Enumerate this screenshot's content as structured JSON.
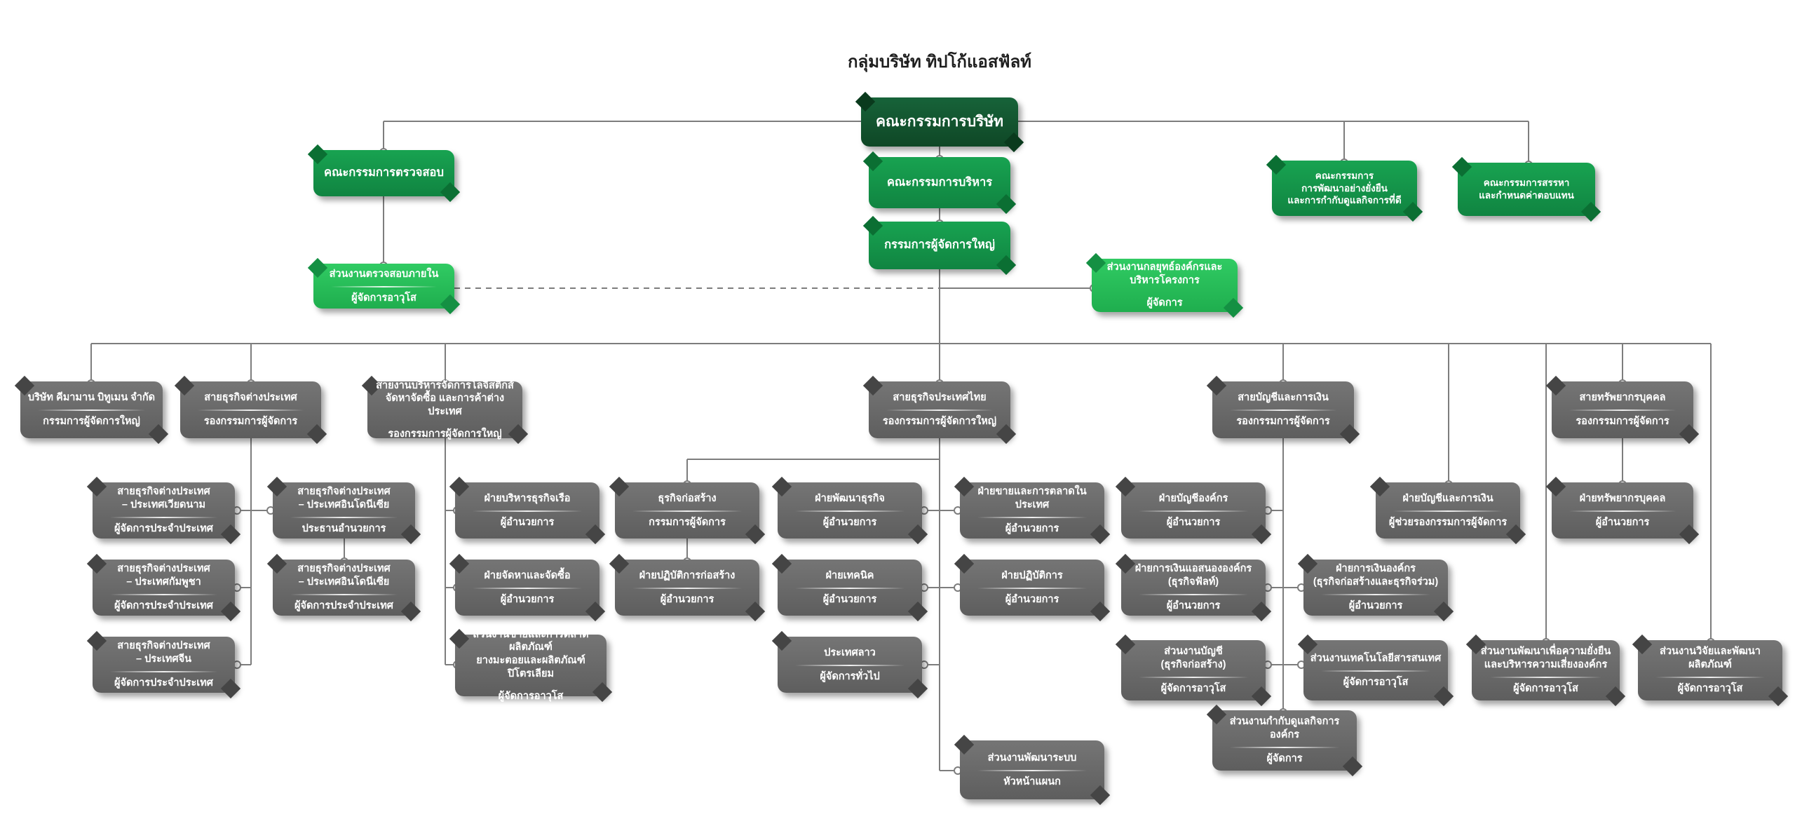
{
  "page_title": "กลุ่มบริษัท ทิปโก้แอสฟัลท์",
  "colors": {
    "dark_green": "#0f4726",
    "green": "#14964a",
    "light_green": "#27bd58",
    "gray": "#6a6a6a",
    "line": "#7d7d7d",
    "background": "#ffffff"
  },
  "nodes": {
    "board": {
      "title": "คณะกรรมการบริษัท"
    },
    "audit_committee": {
      "title": "คณะกรรมการตรวจสอบ"
    },
    "executive_committee": {
      "title": "คณะกรรมการบริหาร"
    },
    "president": {
      "title": "กรรมการผู้จัดการใหญ่"
    },
    "sustainability_committee": {
      "title": "คณะกรรมการ\nการพัฒนาอย่างยั่งยืน\nและการกำกับดูแลกิจการที่ดี"
    },
    "nomination_committee": {
      "title": "คณะกรรมการสรรหา\nและกำหนดค่าตอบแทน"
    },
    "internal_audit": {
      "title": "ส่วนงานตรวจสอบภายใน",
      "role": "ผู้จัดการอาวุโส"
    },
    "corporate_strategy": {
      "title": "ส่วนงานกลยุทธ์องค์กรและ\nบริหารโครงการ",
      "role": "ผู้จัดการ"
    },
    "kemaman": {
      "title": "บริษัท คีมามาน บิทูเมน จำกัด",
      "role": "กรรมการผู้จัดการใหญ่"
    },
    "international_business": {
      "title": "สายธุรกิจต่างประเทศ",
      "role": "รองกรรมการผู้จัดการ"
    },
    "logistics": {
      "title": "สายงานบริหารจัดการโลจิสติกส์\nจัดหาจัดซื้อ และการค้าต่างประเทศ",
      "role": "รองกรรมการผู้จัดการใหญ่"
    },
    "thailand_business": {
      "title": "สายธุรกิจประเทศไทย",
      "role": "รองกรรมการผู้จัดการใหญ่"
    },
    "accounting_finance": {
      "title": "สายบัญชีและการเงิน",
      "role": "รองกรรมการผู้จัดการ"
    },
    "human_resources": {
      "title": "สายทรัพยากรบุคคล",
      "role": "รองกรรมการผู้จัดการ"
    },
    "vietnam": {
      "title": "สายธุรกิจต่างประเทศ\n– ประเทศเวียดนาม",
      "role": "ผู้จัดการประจำประเทศ"
    },
    "indonesia_1": {
      "title": "สายธุรกิจต่างประเทศ\n– ประเทศอินโดนีเซีย",
      "role": "ประธานอำนวยการ"
    },
    "marine": {
      "title": "ฝ่ายบริหารธุรกิจเรือ",
      "role": "ผู้อำนวยการ"
    },
    "construction_business": {
      "title": "ธุรกิจก่อสร้าง",
      "role": "กรรมการผู้จัดการ"
    },
    "business_development": {
      "title": "ฝ่ายพัฒนาธุรกิจ",
      "role": "ผู้อำนวยการ"
    },
    "domestic_sales": {
      "title": "ฝ่ายขายและการตลาดในประเทศ",
      "role": "ผู้อำนวยการ"
    },
    "corporate_accounting": {
      "title": "ฝ่ายบัญชีองค์กร",
      "role": "ผู้อำนวยการ"
    },
    "accounting_finance_dept": {
      "title": "ฝ่ายบัญชีและการเงิน",
      "role": "ผู้ช่วยรองกรรมการผู้จัดการ"
    },
    "hr_dept": {
      "title": "ฝ่ายทรัพยากรบุคคล",
      "role": "ผู้อำนวยการ"
    },
    "cambodia": {
      "title": "สายธุรกิจต่างประเทศ\n– ประเทศกัมพูชา",
      "role": "ผู้จัดการประจำประเทศ"
    },
    "indonesia_2": {
      "title": "สายธุรกิจต่างประเทศ\n– ประเทศอินโดนีเซีย",
      "role": "ผู้จัดการประจำประเทศ"
    },
    "procurement": {
      "title": "ฝ่ายจัดหาและจัดซื้อ",
      "role": "ผู้อำนวยการ"
    },
    "construction_operations": {
      "title": "ฝ่ายปฏิบัติการก่อสร้าง",
      "role": "ผู้อำนวยการ"
    },
    "technical": {
      "title": "ฝ่ายเทคนิค",
      "role": "ผู้อำนวยการ"
    },
    "operations": {
      "title": "ฝ่ายปฏิบัติการ",
      "role": "ผู้อำนวยการ"
    },
    "corporate_finance_asphalt": {
      "title": "ฝ่ายการเงินแอสนององค์กร\n(ธุรกิจฟัลท์)",
      "role": "ผู้อำนวยการ"
    },
    "corporate_finance_construction": {
      "title": "ฝ่ายการเงินองค์กร\n(ธุรกิจก่อสร้างและธุรกิจร่วม)",
      "role": "ผู้อำนวยการ"
    },
    "china": {
      "title": "สายธุรกิจต่างประเทศ\n– ประเทศจีน",
      "role": "ผู้จัดการประจำประเทศ"
    },
    "asphalt_sales_unit": {
      "title": "ส่วนงานขายและการตลาดผลิตภัณฑ์\nยางมะตอยและผลิตภัณฑ์ปิโตรเลียม",
      "role": "ผู้จัดการอาวุโส"
    },
    "laos": {
      "title": "ประเทศลาว",
      "role": "ผู้จัดการทั่วไป"
    },
    "accounting_construction_unit": {
      "title": "ส่วนงานบัญชี\n(ธุรกิจก่อสร้าง)",
      "role": "ผู้จัดการอาวุโส"
    },
    "it_unit": {
      "title": "ส่วนงานเทคโนโลยีสารสนเทศ",
      "role": "ผู้จัดการอาวุโส"
    },
    "sustainability_unit": {
      "title": "ส่วนงานพัฒนาเพื่อความยั่งยืน\nและบริหารความเสี่ยงองค์กร",
      "role": "ผู้จัดการอาวุโส"
    },
    "rd_unit": {
      "title": "ส่วนงานวิจัยและพัฒนาผลิตภัณฑ์",
      "role": "ผู้จัดการอาวุโส"
    },
    "governance_unit": {
      "title": "ส่วนงานกำกับดูแลกิจการองค์กร",
      "role": "ผู้จัดการ"
    },
    "system_development_unit": {
      "title": "ส่วนงานพัฒนาระบบ",
      "role": "หัวหน้าแผนก"
    }
  }
}
